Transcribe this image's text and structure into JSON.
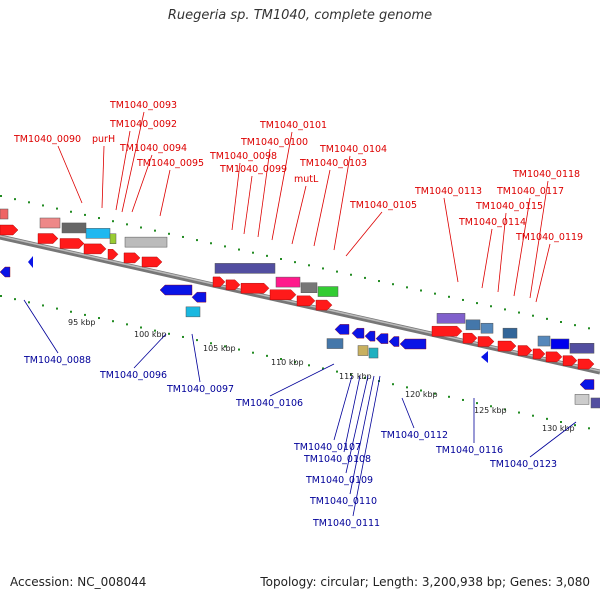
{
  "title": "Ruegeria sp. TM1040, complete genome",
  "footer": {
    "accession": "Accession: NC_008044",
    "summary": "Topology: circular; Length: 3,200,938 bp; Genes: 3,080"
  },
  "colors": {
    "label_forward": "#dd0000",
    "label_reverse": "#000099",
    "track": "#888888",
    "tick": "#228b22"
  },
  "scale_ticks": [
    "95 kbp",
    "100 kbp",
    "105 kbp",
    "110 kbp",
    "115 kbp",
    "120 kbp",
    "125 kbp",
    "130 kbp"
  ],
  "forward_labels": [
    "TM1040_0090",
    "purH",
    "TM1040_0092",
    "TM1040_0093",
    "TM1040_0094",
    "TM1040_0095",
    "TM1040_0098",
    "TM1040_0099",
    "TM1040_0100",
    "TM1040_0101",
    "mutL",
    "TM1040_0103",
    "TM1040_0104",
    "TM1040_0105",
    "TM1040_0113",
    "TM1040_0114",
    "TM1040_0115",
    "TM1040_0117",
    "TM1040_0118",
    "TM1040_0119"
  ],
  "reverse_labels": [
    "TM1040_0088",
    "TM1040_0096",
    "TM1040_0097",
    "TM1040_0106",
    "TM1040_0107",
    "TM1040_0108",
    "TM1040_0109",
    "TM1040_0110",
    "TM1040_0111",
    "TM1040_0112",
    "TM1040_0116",
    "TM1040_0123"
  ]
}
